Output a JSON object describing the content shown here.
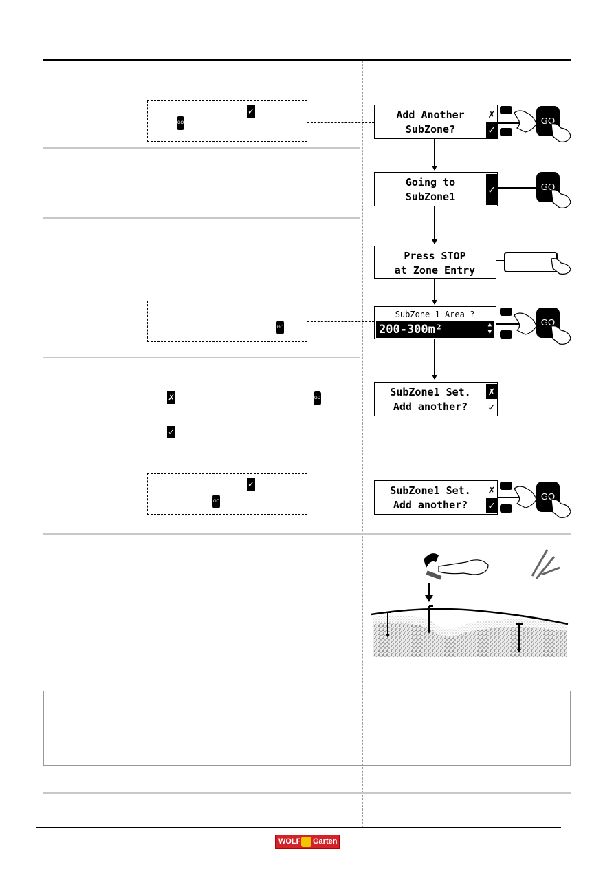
{
  "screens": [
    {
      "line1": "Add Another",
      "line2": "SubZone?",
      "side_top": "✗",
      "side_bottom": "✓"
    },
    {
      "line1": "Going to",
      "line2": "SubZone1",
      "side": "✓"
    },
    {
      "line1": "Press STOP",
      "line2": "at Zone Entry"
    },
    {
      "line1": "SubZone 1 Area ?",
      "line2": "200-300m²"
    },
    {
      "line1": "SubZone1 Set.",
      "line2": "Add another?",
      "side_top": "✗",
      "side_bottom": "✓"
    },
    {
      "line1": "SubZone1 Set.",
      "line2": "Add another?",
      "side_top": "✗",
      "side_bottom": "✓"
    }
  ],
  "buttons": {
    "go_label": "GO"
  },
  "icons": {
    "check": "✓",
    "cross": "✗"
  },
  "logo": {
    "left": "WOLF",
    "right": "Garten"
  }
}
